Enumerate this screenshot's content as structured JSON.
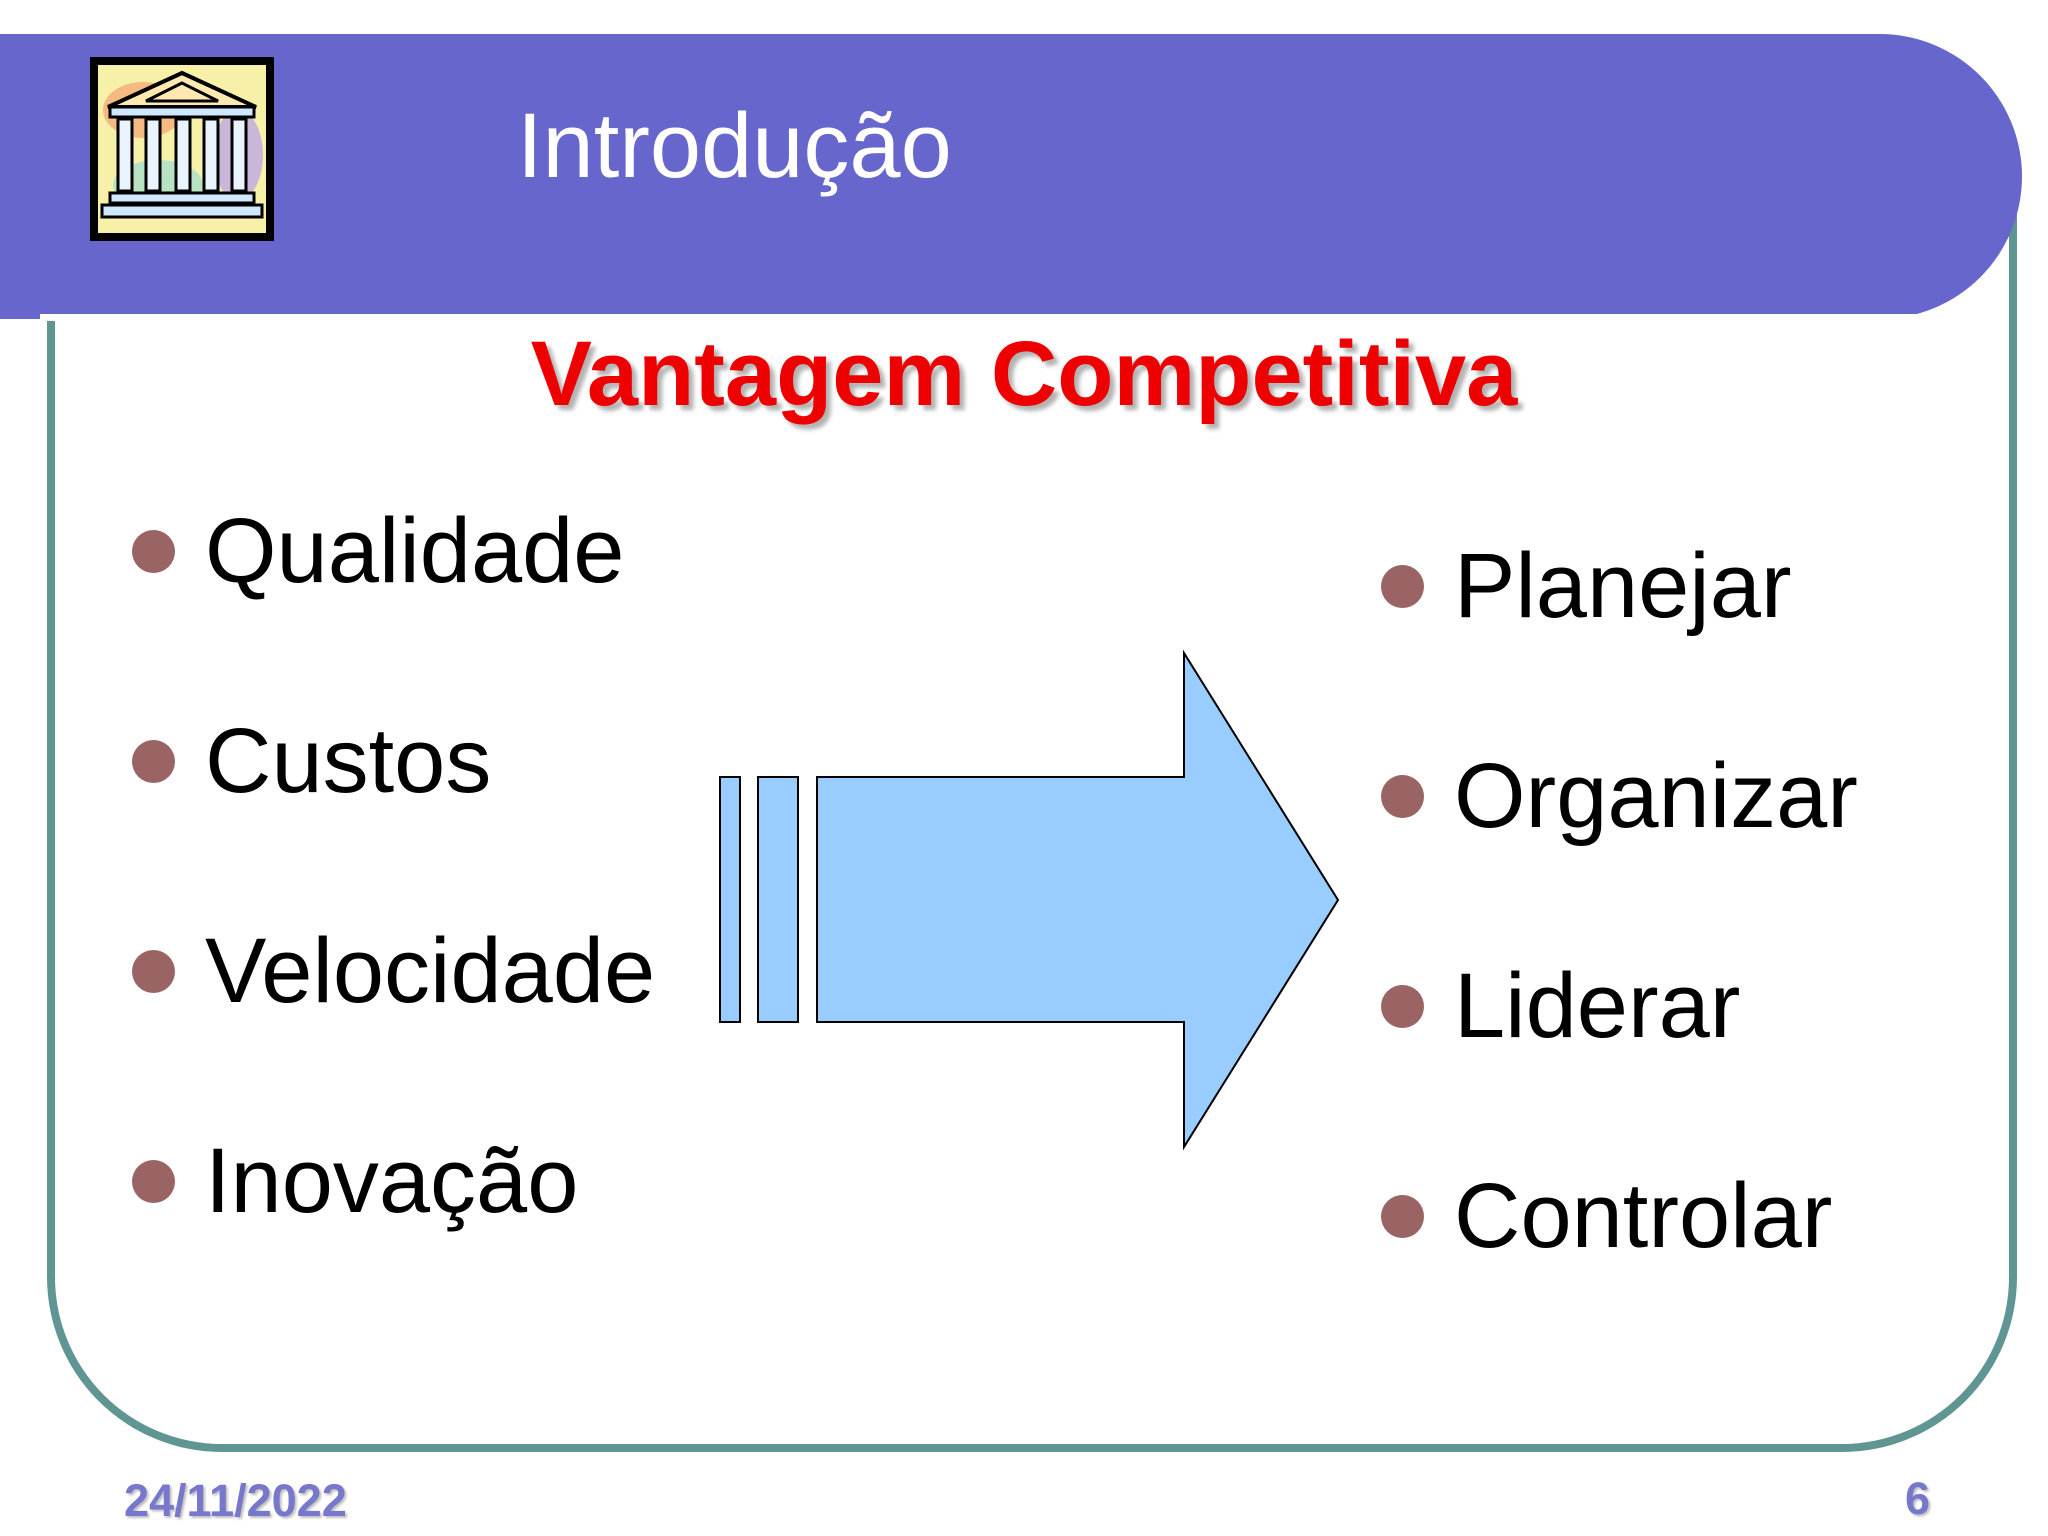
{
  "slide": {
    "title": "Introdução",
    "subtitle": "Vantagem Competitiva",
    "logo_icon": "classical-building-icon"
  },
  "left_list": [
    {
      "label": "Qualidade"
    },
    {
      "label": "Custos"
    },
    {
      "label": "Velocidade"
    },
    {
      "label": "Inovação"
    }
  ],
  "right_list": [
    {
      "label": "Planejar"
    },
    {
      "label": "Organizar"
    },
    {
      "label": "Liderar"
    },
    {
      "label": "Controlar"
    }
  ],
  "footer": {
    "date": "24/11/2022",
    "page_number": "6"
  },
  "colors": {
    "header_band": "#6666cc",
    "frame_border": "#5f9592",
    "subtitle": "#ee0000",
    "bullet": "#9a6464",
    "arrow_fill": "#99ccff",
    "footer_text": "#7777cc"
  }
}
